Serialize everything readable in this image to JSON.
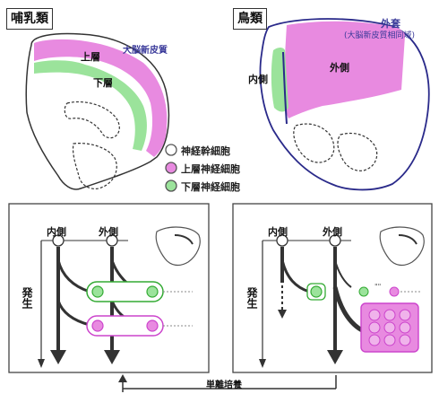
{
  "mammal": {
    "title": "哺乳類",
    "cortex_label": "大脳新皮質",
    "upper_layer": "上層",
    "lower_layer": "下層"
  },
  "bird": {
    "title": "鳥類",
    "outer_label": "外套",
    "outer_sub": "(大脳新皮質相同域)",
    "inner": "内側",
    "outer": "外側"
  },
  "legend": {
    "stem": "神経幹細胞",
    "upper": "上層神経細胞",
    "lower": "下層神経細胞"
  },
  "panels": {
    "inner": "内側",
    "outer": "外側",
    "development": "発生"
  },
  "culture_label": "単離培養",
  "colors": {
    "magenta": "#e88ae0",
    "green": "#9be39b",
    "outline_blue": "#2a2a8a",
    "label_blue": "#3a3a9a"
  }
}
